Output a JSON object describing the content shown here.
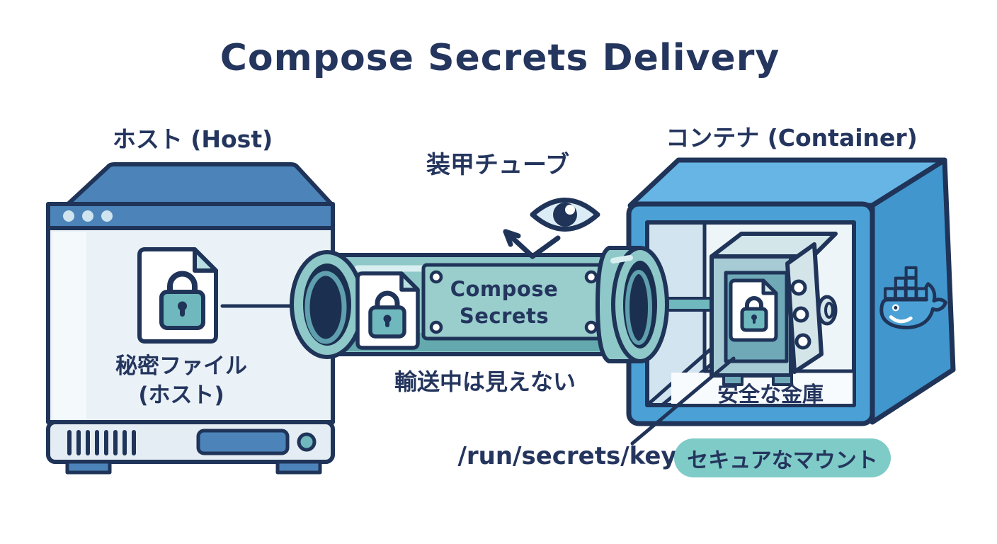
{
  "title": "Compose Secrets Delivery",
  "host": {
    "label": "ホスト (Host)",
    "secret_file_label_line1": "秘密ファイル",
    "secret_file_label_line2": "(ホスト)"
  },
  "tube": {
    "label": "装甲チューブ",
    "body_text_line1": "Compose",
    "body_text_line2": "Secrets",
    "caption": "輸送中は見えない"
  },
  "container": {
    "label": "コンテナ (Container)",
    "safe_label": "安全な金庫"
  },
  "mount": {
    "path": "/run/secrets/key",
    "badge": "セキュアなマウント"
  },
  "icons": [
    "secret-file-lock-icon",
    "eye-icon",
    "blocked-view-arrow",
    "safe-icon",
    "docker-whale-icon"
  ],
  "colors": {
    "navy": "#1f3458",
    "text": "#24355e",
    "host_blue": "#4c84ba",
    "host_body": "#eaf2f7",
    "host_strip": "#f4f9fb",
    "bezel": "#e4edf3",
    "dot": "#cfe4ee",
    "teal": "#8fc8c8",
    "teal_dark": "#63a9ad",
    "teal_deep": "#5f9fae",
    "teal_light": "#b9dfe2",
    "plate": "#99cecd",
    "tube_highlight": "#d8eef0",
    "lock": "#6fb8bd",
    "hole": "#1b3050",
    "container_front": "#4ba1d6",
    "container_top": "#66b5e4",
    "container_side": "#4096cd",
    "room": "#eef5f9",
    "wall": "#d2e4ef",
    "strip": "#f8fbfd",
    "safe_top": "#d3e6ea",
    "safe_frame": "#a6cbd4",
    "safe_inner": "#6fa9b8",
    "safe_door": "#d4e5ea",
    "pill": "#7fcbc7",
    "eye_sclera": "#dcecf6",
    "white": "#ffffff",
    "background": "#ffffff"
  }
}
